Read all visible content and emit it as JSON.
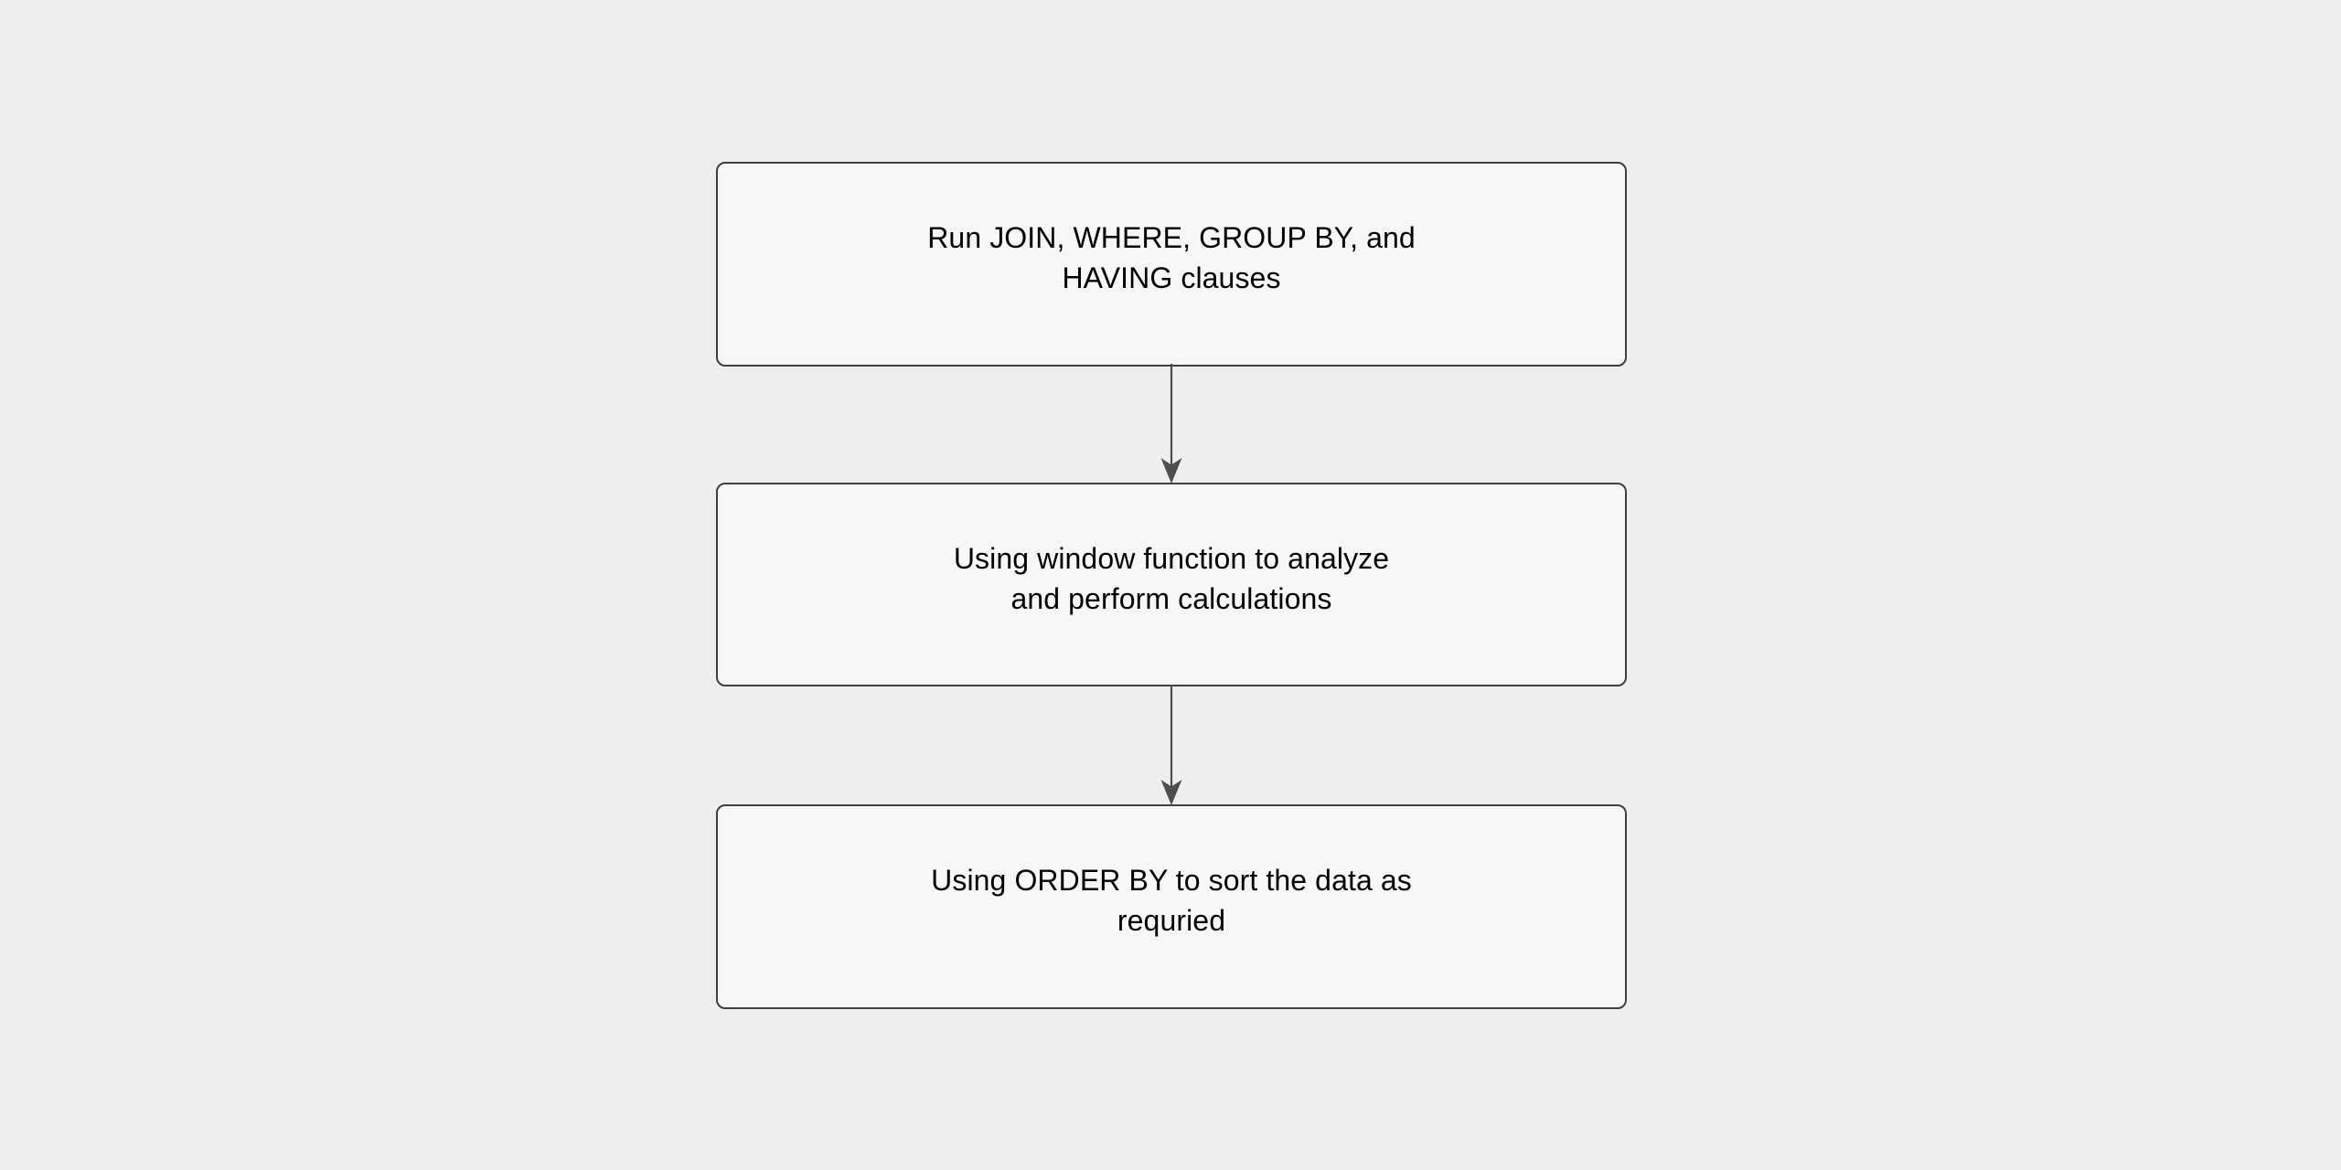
{
  "diagram": {
    "type": "flowchart",
    "direction": "top-to-bottom",
    "background_color": "#eeeeee",
    "node_fill_color": "#f7f7f7",
    "node_border_color": "#3f3f3f",
    "edge_color": "#4d4d4d",
    "text_color": "#000000",
    "nodes": [
      {
        "id": "node-1",
        "lines": [
          "Run JOIN, WHERE, GROUP BY, and",
          "HAVING clauses"
        ]
      },
      {
        "id": "node-2",
        "lines": [
          "Using window function to analyze",
          "and perform calculations"
        ]
      },
      {
        "id": "node-3",
        "lines": [
          "Using ORDER BY to sort the data as",
          "requried"
        ]
      }
    ],
    "edges": [
      {
        "id": "edge-1",
        "from": "node-1",
        "to": "node-2",
        "arrowhead": "arrow-down-icon"
      },
      {
        "id": "edge-2",
        "from": "node-2",
        "to": "node-3",
        "arrowhead": "arrow-down-icon"
      }
    ]
  }
}
